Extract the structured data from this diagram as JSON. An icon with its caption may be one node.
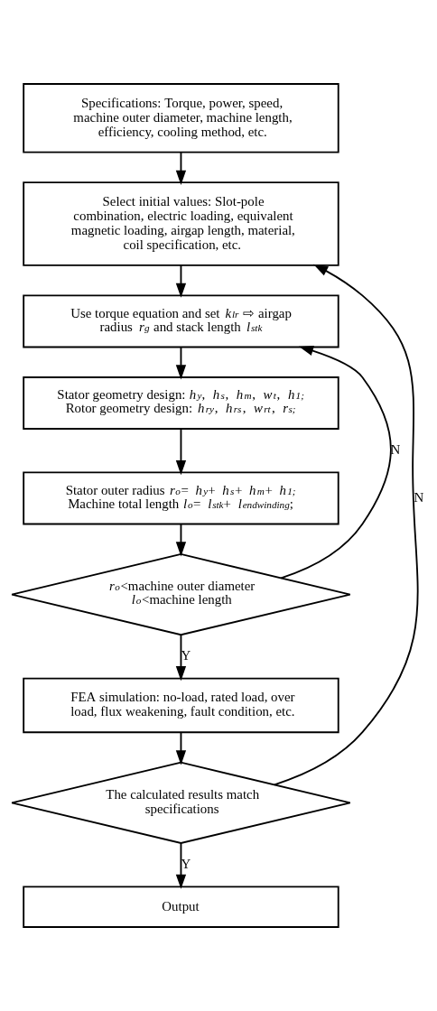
{
  "diagram": {
    "nodes": [
      {
        "text": [
          "Specifications: Torque, power, speed, machine outer diameter, machine length, efficiency, cooling method, etc."
        ]
      },
      {
        "text": [
          "Select initial values: Slot-pole combination, electric loading, equivalent magnetic loading, airgap length, material, coil specification, etc."
        ]
      },
      {
        "text": [
          "Use torque equation and set *k*$_{lr}$ ⇨ airgap radius *r*$_{g}$ and stack length *l*$_{stk}$"
        ]
      },
      {
        "text": [
          "Stator geometry design: *h*$_{y}$, *h*$_{s}$, *h*$_{m}$, *w*$_{t}$, *h*$_{1;}$ Rotor geometry design: *h*$_{ry}$, *h*$_{rs}$, *w*$_{rt}$, *r*$_{s;}$"
        ]
      },
      {
        "text": [
          "Stator outer radius *r*$_{o}$= *h*$_{y}$+ *h*$_{s}$+ *h*$_{m}$+ *h*$_{1;}$ Machine total length *l*$_{o}$= *l*$_{stk}$+ *l*$_{endwinding}$;"
        ]
      },
      {
        "text": [
          "*r*$_{o}$<machine outer diameter *l*$_{o}$<machine length"
        ]
      },
      {
        "text": [
          "FEA simulation: no-load, rated load, over load, flux weakening, fault condition, etc."
        ]
      },
      {
        "text": [
          "The calculated results match specifications"
        ]
      },
      {
        "text": [
          "Output"
        ]
      }
    ],
    "edges": [
      {
        "from": 0,
        "to": 1,
        "arrow": "to"
      },
      {
        "from": 1,
        "to": 2,
        "arrow": "to"
      },
      {
        "from": 2,
        "to": 3,
        "arrow": "to"
      },
      {
        "from": 3,
        "to": 4,
        "arrow": "to"
      },
      {
        "from": 4,
        "to": 5,
        "arrow": "to"
      },
      {
        "from": 5,
        "to": 2,
        "arrow": "to",
        "label": "N"
      },
      {
        "from": 5,
        "to": 6,
        "arrow": "to",
        "label": "Y"
      },
      {
        "from": 6,
        "to": 7,
        "arrow": "to"
      },
      {
        "from": 7,
        "to": 1,
        "arrow": "to",
        "label": "N"
      },
      {
        "from": 7,
        "to": 8,
        "arrow": "to",
        "label": "Y"
      }
    ]
  }
}
